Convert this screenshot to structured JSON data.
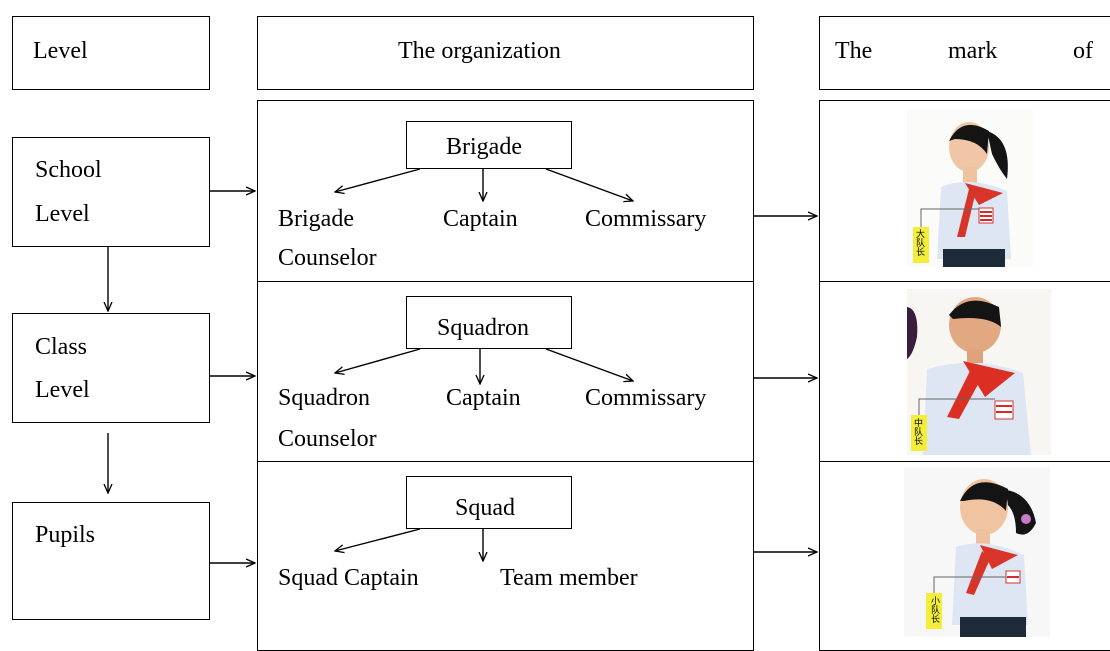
{
  "headers": {
    "level": "Level",
    "organization": "The organization",
    "mark_word1": "The",
    "mark_word2": "mark",
    "mark_word3": "of"
  },
  "levels": [
    {
      "line1": "School",
      "line2": "Level"
    },
    {
      "line1": "Class",
      "line2": "Level"
    },
    {
      "line1": "Pupils"
    }
  ],
  "orgs": [
    {
      "top": "Brigade",
      "left_line1": "Brigade",
      "left_line2": "Counselor",
      "center": "Captain",
      "right": "Commissary"
    },
    {
      "top": "Squadron",
      "left_line1": "Squadron",
      "left_line2": "Counselor",
      "center": "Captain",
      "right": "Commissary"
    },
    {
      "top": "Squad",
      "left": "Squad Captain",
      "right": "Team member"
    }
  ],
  "badges": [
    "大队长",
    "中队长",
    "小队长"
  ]
}
